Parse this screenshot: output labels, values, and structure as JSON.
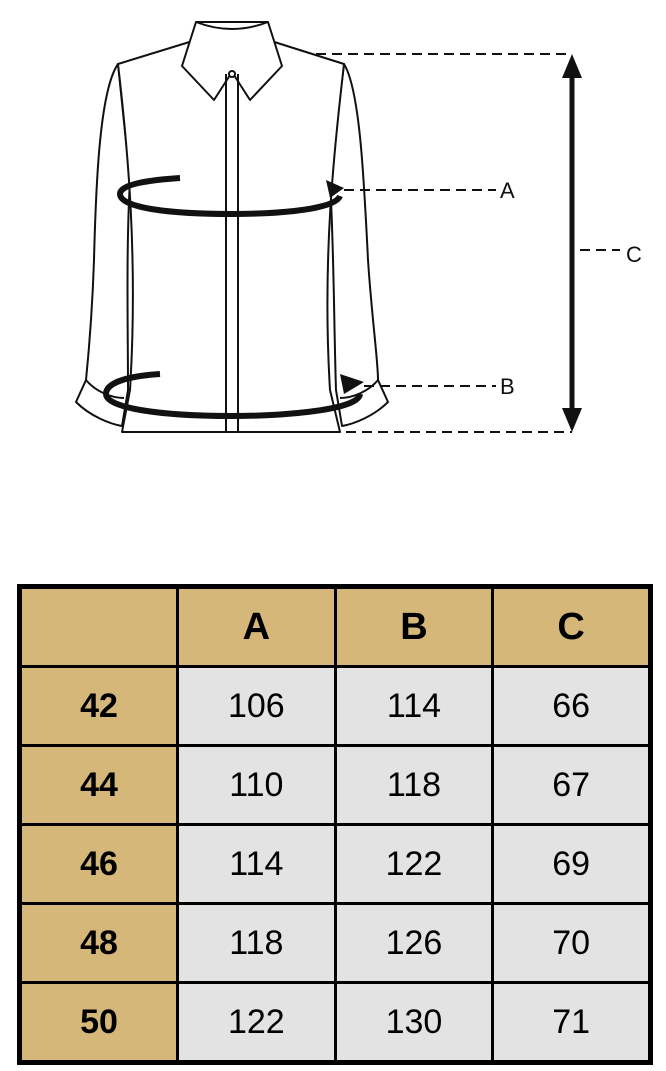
{
  "diagram": {
    "labels": {
      "a": "A",
      "b": "B",
      "c": "C"
    }
  },
  "table": {
    "headers": [
      "",
      "A",
      "B",
      "C"
    ],
    "rows": [
      {
        "size": "42",
        "values": [
          "106",
          "114",
          "66"
        ]
      },
      {
        "size": "44",
        "values": [
          "110",
          "118",
          "67"
        ]
      },
      {
        "size": "46",
        "values": [
          "114",
          "122",
          "69"
        ]
      },
      {
        "size": "48",
        "values": [
          "118",
          "126",
          "70"
        ]
      },
      {
        "size": "50",
        "values": [
          "122",
          "130",
          "71"
        ]
      }
    ]
  },
  "colors": {
    "header_bg": "#d5b77a",
    "cell_bg": "#e3e3e3",
    "border": "#000000"
  }
}
